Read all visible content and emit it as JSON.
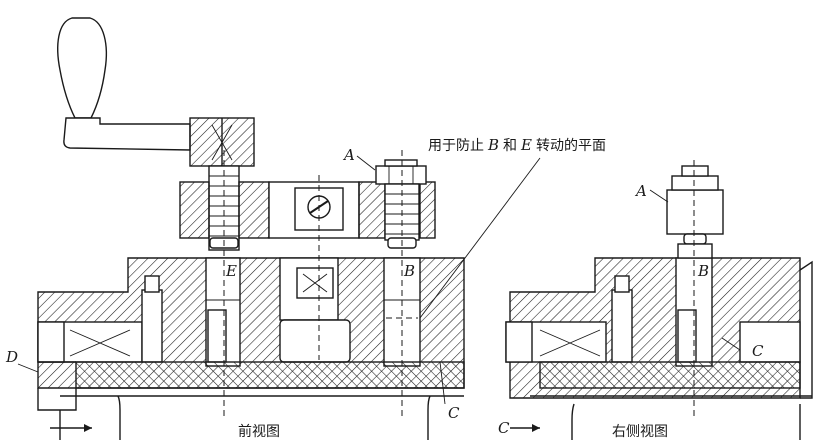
{
  "labels": {
    "A_front": "A",
    "A_side": "A",
    "B_front": "B",
    "B_side": "B",
    "E_front": "E",
    "C_front": "C",
    "C_side_right": "C",
    "C_side_left": "C",
    "D": "D"
  },
  "annotation": {
    "prefix": "用于防止",
    "b": "B",
    "mid": "和",
    "e": "E",
    "suffix": "转动的平面"
  },
  "captions": {
    "front_view": "前视图",
    "side_view": "右侧视图"
  }
}
